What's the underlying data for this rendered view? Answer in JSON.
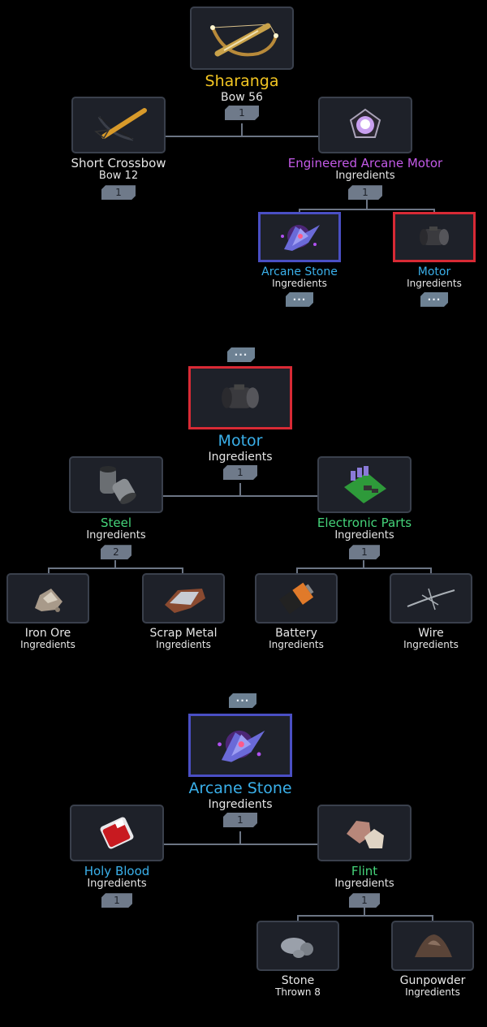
{
  "colors": {
    "gold": "#f2c522",
    "white": "#e6e6e6",
    "purple": "#c45ae8",
    "cyan": "#3ab0ea",
    "green": "#45d47a",
    "blue_frame": "#4a4fc4",
    "red_frame": "#d82a35",
    "badge": "#6f7a8a"
  },
  "trees": [
    {
      "root": {
        "name": "Sharanga",
        "sub": "Bow 56",
        "qty": "1",
        "icon": "sharanga-bow-icon"
      },
      "children": [
        {
          "name": "Short Crossbow",
          "sub": "Bow 12",
          "qty": "1",
          "icon": "crossbow-icon"
        },
        {
          "name": "Engineered Arcane Motor",
          "sub": "Ingredients",
          "qty": "1",
          "icon": "arcane-motor-icon",
          "children": [
            {
              "name": "Arcane Stone",
              "sub": "Ingredients",
              "qty": "···",
              "icon": "arcane-stone-icon"
            },
            {
              "name": "Motor",
              "sub": "Ingredients",
              "qty": "···",
              "icon": "motor-icon"
            }
          ]
        }
      ]
    },
    {
      "parent_more": "···",
      "root": {
        "name": "Motor",
        "sub": "Ingredients",
        "qty": "1",
        "icon": "motor-icon"
      },
      "children": [
        {
          "name": "Steel",
          "sub": "Ingredients",
          "qty": "2",
          "icon": "steel-icon",
          "children": [
            {
              "name": "Iron Ore",
              "sub": "Ingredients",
              "icon": "iron-ore-icon"
            },
            {
              "name": "Scrap Metal",
              "sub": "Ingredients",
              "icon": "scrap-metal-icon"
            }
          ]
        },
        {
          "name": "Electronic Parts",
          "sub": "Ingredients",
          "qty": "1",
          "icon": "electronic-parts-icon",
          "children": [
            {
              "name": "Battery",
              "sub": "Ingredients",
              "icon": "battery-icon"
            },
            {
              "name": "Wire",
              "sub": "Ingredients",
              "icon": "wire-icon"
            }
          ]
        }
      ]
    },
    {
      "parent_more": "···",
      "root": {
        "name": "Arcane Stone",
        "sub": "Ingredients",
        "qty": "1",
        "icon": "arcane-stone-icon"
      },
      "children": [
        {
          "name": "Holy Blood",
          "sub": "Ingredients",
          "qty": "1",
          "icon": "holy-blood-icon"
        },
        {
          "name": "Flint",
          "sub": "Ingredients",
          "qty": "1",
          "icon": "flint-icon",
          "children": [
            {
              "name": "Stone",
              "sub": "Thrown 8",
              "icon": "stone-icon"
            },
            {
              "name": "Gunpowder",
              "sub": "Ingredients",
              "icon": "gunpowder-icon"
            }
          ]
        }
      ]
    }
  ]
}
